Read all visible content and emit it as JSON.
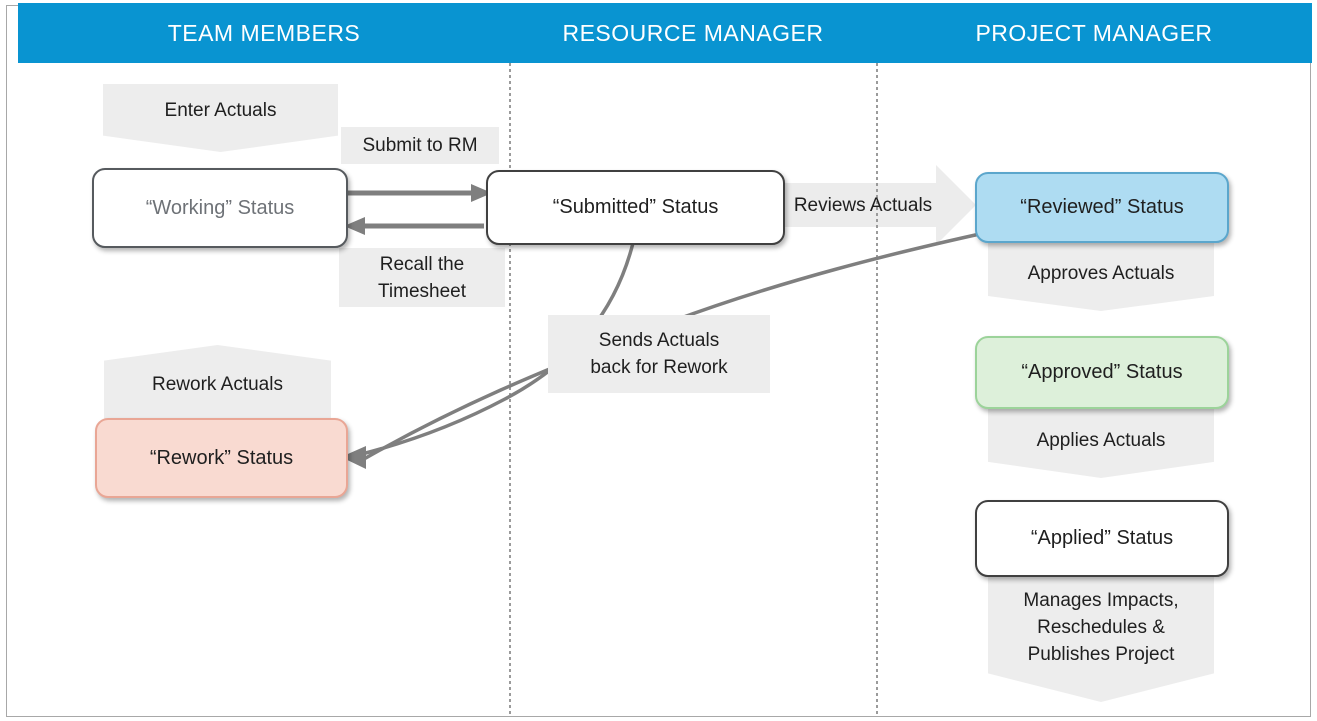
{
  "title_bar": {
    "lanes": [
      {
        "id": "team-members",
        "label": "TEAM MEMBERS"
      },
      {
        "id": "resource-manager",
        "label": "RESOURCE MANAGER"
      },
      {
        "id": "project-manager",
        "label": "PROJECT MANAGER"
      }
    ]
  },
  "nodes": {
    "enter_actuals": {
      "label": "Enter Actuals"
    },
    "working": {
      "label": "“Working” Status"
    },
    "submit_to_rm": {
      "label": "Submit to RM"
    },
    "recall_timesheet": {
      "label": "Recall the\nTimesheet"
    },
    "submitted": {
      "label": "“Submitted” Status"
    },
    "reviews_actuals": {
      "label": "Reviews Actuals"
    },
    "reviewed": {
      "label": "“Reviewed” Status"
    },
    "approves_actuals": {
      "label": "Approves Actuals"
    },
    "approved": {
      "label": "“Approved” Status"
    },
    "applies_actuals": {
      "label": "Applies Actuals"
    },
    "applied": {
      "label": "“Applied” Status"
    },
    "manages_project": {
      "label": "Manages Impacts,\nReschedules &\nPublishes Project"
    },
    "sends_back": {
      "label": "Sends Actuals\nback for Rework"
    },
    "rework_actuals": {
      "label": "Rework Actuals"
    },
    "rework": {
      "label": "“Rework” Status"
    }
  },
  "colors": {
    "header_bg": "#0994D1",
    "header_text": "#FFFFFF",
    "banner_bg": "#EDEDED",
    "arrow_gray": "#7F7F7F",
    "divider_gray": "#9B9B9B",
    "border_dark": "#404040",
    "text_dark": "#1F1F1F",
    "text_muted": "#6E7277",
    "page_border": "#A8A8A8",
    "reviewed_fill": "#AEDCF2",
    "reviewed_border": "#5BA6CC",
    "approved_fill": "#DDF0DA",
    "approved_border": "#9CD39A",
    "rework_fill": "#F9DAD1",
    "rework_border": "#E9A695"
  }
}
